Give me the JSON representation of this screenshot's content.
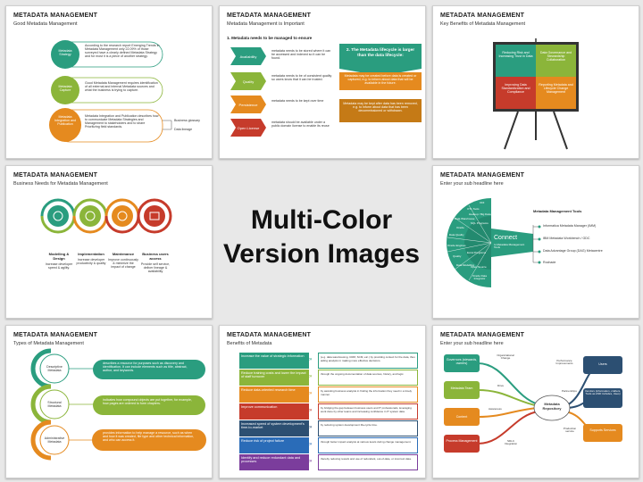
{
  "center": {
    "line1": "Multi-Color",
    "line2": "Version Images"
  },
  "slides": {
    "s1": {
      "title": "METADATA MANAGEMENT",
      "subtitle": "Good Metadata Management",
      "circles": [
        "Metadata Strategy",
        "Metadata Capture",
        "Metadata Integration and Publication"
      ],
      "texts": [
        "According to the research report Emerging Trends in Metadata Management only 22.09% of those surveyed have a clearly defined Metadata Strategy and for most it is a piece of another strategy.",
        "Good Metadata Management requires identification of all external and internal Metadata sources and what the business is trying to capture.",
        "Metadata Integration and Publication describes how to communicate Metadata Strategies and Management to stakeholders and to share Prioritizing field standards."
      ],
      "outputs": [
        "Business glossary",
        "Data lineage"
      ]
    },
    "s2": {
      "title": "METADATA MANAGEMENT",
      "subtitle": "Metadata Management is Important",
      "left_heading": "1. Metadata needs to be managed to ensure",
      "arrows": [
        "Availability",
        "Quality",
        "Persistence",
        "Open License"
      ],
      "arrow_texts": [
        "metadata needs to be stored where it can be accessed and indexed so it can be found.",
        "metadata needs to be of consistent quality so users know that it can be trusted.",
        "metadata needs to be kept over time",
        "metadata should be available under a public domain license to enable its reuse"
      ],
      "right_heading": "2. The Metadata lifecycle is larger than the data lifecycle:",
      "right_texts": [
        "Metadata may be created before data is created or captured, e.g. to inform about data that will be available in the future.",
        "Metadata may be kept after data has been removed, e.g. to inform about data that has been decommissioned or withdrawn."
      ]
    },
    "s3": {
      "title": "METADATA MANAGEMENT",
      "subtitle": "Key Benefits of Metadata Management",
      "quadrants": [
        "Reducing Risk and Increasing Trust in Data",
        "Data Governance and Stewardship Collaboration",
        "Improving Data Standardization and Compliance",
        "Reporting Metadata and Lifecycle Change Management"
      ]
    },
    "s4": {
      "title": "METADATA MANAGEMENT",
      "subtitle": "Business Needs for Metadata Management",
      "items": [
        {
          "head": "Modelling & Design",
          "text": "Increase developer speed & agility."
        },
        {
          "head": "Implementation",
          "text": "Increase developer productivity & quality"
        },
        {
          "head": "Maintenance",
          "text": "Improve continuously & minimize the impact of change"
        },
        {
          "head": "Business users access",
          "text": "Provide self service, deliver lineage & availability"
        }
      ]
    },
    "s5": {
      "title": "METADATA MANAGEMENT",
      "subtitle": "Enter your sub headline here",
      "fan_labels": [
        "ODI",
        "OTL Tools",
        "Hadoop / Big Data",
        "Data Warehouse",
        "SQL Programs",
        "Oracle",
        "Data Quality",
        "Oracle Engines",
        "Excel Programs",
        "Quality",
        "Data Modelling",
        "Open Source",
        "Oracle Data Integrator"
      ],
      "connect_title": "Connect",
      "connect_text": "to Metadata Management Tools",
      "tools_heading": "Metadata Management Tools",
      "tools": [
        "Informatica Metadata Manager (IMM)",
        "IBM Metadata Workbench / GDC",
        "Data Advantage Group (DAG) Metacentre",
        "Rochade"
      ]
    },
    "s6": {
      "title": "METADATA MANAGEMENT",
      "subtitle": "Types of Metadata Management",
      "labels": [
        "Descriptive Metadata",
        "Structural Metadata",
        "Administrative Metadata"
      ],
      "texts": [
        "describes a resource for purposes such as discovery and identification. It can include elements such as title, abstract, author, and keywords.",
        "indicates how compound objects are put together, for example, how pages are ordered to form chapters.",
        "provides information to help manage a resource, such as when and how it was created, file type and other technical information, and who can access it."
      ]
    },
    "s7": {
      "title": "METADATA MANAGEMENT",
      "subtitle": "Benefits of Metadata",
      "rows": [
        {
          "label": "Increase the value of strategic information",
          "text": "(e.g. data warehousing, CRM, SCM, etc.) by providing context for the data, thus aiding analysts in making more effective decisions."
        },
        {
          "label": "Reduce training costs and lower the impact of staff turnover",
          "text": "through the ongoing documentation of data sources, history, and logic."
        },
        {
          "label": "Reduce data-oriented research time",
          "text": "by assisting business analysts in finding the information they need in a timely manner."
        },
        {
          "label": "Improve communication",
          "text": "by bridging the gap between business users and IT professionals, leveraging work done by other teams and increasing confidence in IT system data."
        },
        {
          "label": "Increased speed of system development's time-to-market",
          "text": "by reducing system development life-cycle time."
        },
        {
          "label": "Reduce risk of project failure",
          "text": "through better impact analysis at various levels during change management."
        },
        {
          "label": "Identify and reduce redundant data and processes",
          "text": "thereby reducing rework and use of redundant, out-of-date, or incorrect data."
        }
      ]
    },
    "s8": {
      "title": "METADATA MANAGEMENT",
      "subtitle": "Enter your sub headline here",
      "center_label": "Metadata Repository",
      "left_boxes": [
        "Governors (stewards, owners)",
        "Metadata Team",
        "Content",
        "Process Management"
      ],
      "right_boxes": [
        "Users",
        "Vendors (information, crafters, Tools as ASD includes, Uses)",
        "Supports Services"
      ],
      "links": [
        "Organizational Change",
        "Drive",
        "Awareness",
        "SDLC Integration",
        "Performance Improvements",
        "Partnerships",
        "Production service"
      ]
    }
  }
}
